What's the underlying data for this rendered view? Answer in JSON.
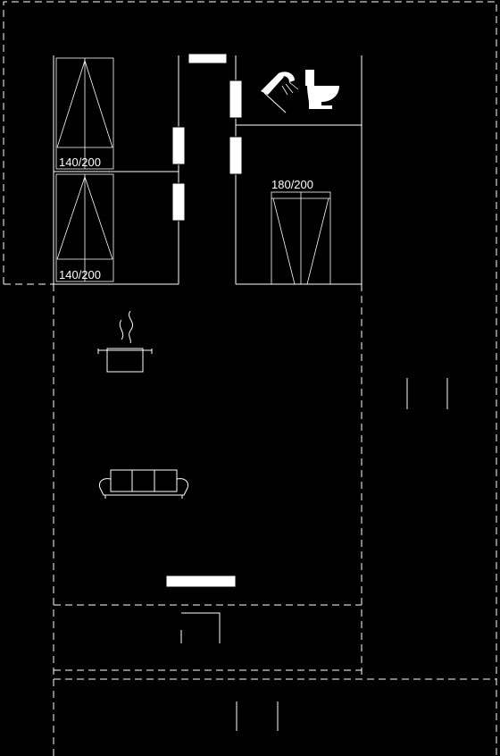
{
  "rooms": {
    "bedroom_1": {
      "bed_size": "140/200"
    },
    "bedroom_2": {
      "bed_size": "140/200"
    },
    "bedroom_3": {
      "bed_size": "180/200"
    }
  },
  "icons": {
    "bathroom": [
      "shower-icon",
      "toilet-icon"
    ],
    "kitchen": "cooking-pot-icon",
    "living": "sofa-icon"
  },
  "colors": {
    "background": "#000000",
    "lines": "#ffffff"
  }
}
